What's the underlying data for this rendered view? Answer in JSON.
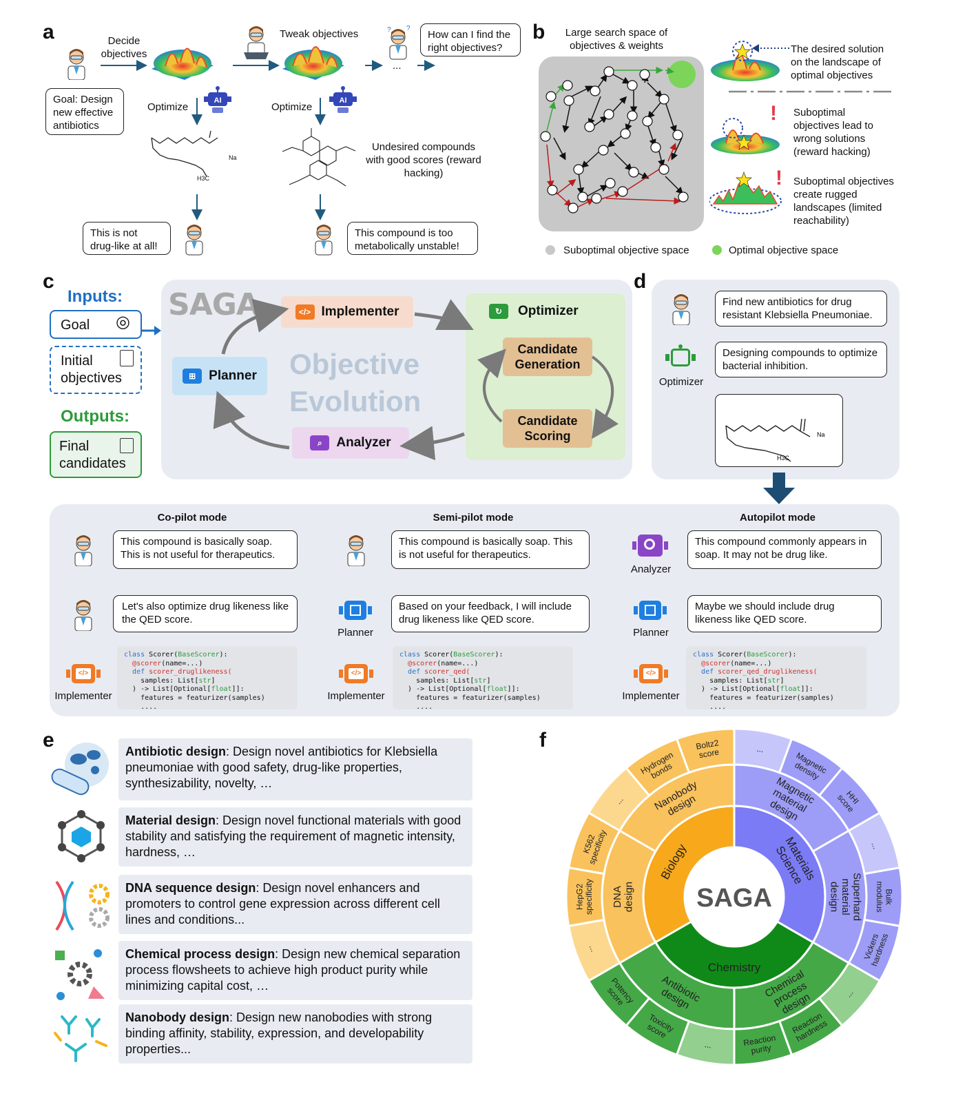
{
  "panel_labels": {
    "a": "a",
    "b": "b",
    "c": "c",
    "d": "d",
    "e": "e",
    "f": "f"
  },
  "a": {
    "goal_bubble": "Goal: Design new effective antibiotics",
    "decide": "Decide objectives",
    "tweak": "Tweak objectives",
    "question": "How can I find the right objectives?",
    "ellipsis": "...",
    "optimize1": "Optimize",
    "optimize2": "Optimize",
    "ai1": "AI",
    "ai2": "AI",
    "undesired": "Undesired compounds with good scores (reward hacking)",
    "complaint1": "This is not drug-like at all!",
    "complaint2": "This compound is too metabolically unstable!",
    "chem_na": "Na",
    "chem_h3c": "H3C"
  },
  "b": {
    "search_title": "Large search space of objectives & weights",
    "desired": "The desired solution on the landscape of optimal objectives",
    "subopt1": "Suboptimal objectives lead to wrong solutions (reward hacking)",
    "subopt2": "Suboptimal objectives create rugged landscapes (limited reachability)",
    "legend_sub": "Suboptimal objective space",
    "legend_opt": "Optimal objective space",
    "exclaim": "!"
  },
  "c": {
    "inputs": "Inputs:",
    "goal": "Goal",
    "initial": "Initial objectives",
    "outputs": "Outputs:",
    "final": "Final candidates",
    "saga": "SAGA",
    "implementer": "Implementer",
    "optimizer": "Optimizer",
    "planner": "Planner",
    "analyzer": "Analyzer",
    "cand_gen": "Candidate Generation",
    "cand_score": "Candidate Scoring",
    "obj_evo1": "Objective",
    "obj_evo2": "Evolution"
  },
  "d": {
    "bubble1": "Find new antibiotics for drug resistant Klebsiella Pneumoniae.",
    "bubble2": "Designing compounds to optimize bacterial inhibition.",
    "optimizer": "Optimizer"
  },
  "modes": {
    "copilot": {
      "title": "Co-pilot mode",
      "b1": "This compound is basically soap. This is not useful for therapeutics.",
      "b2": "Let's also optimize drug likeness like the QED score.",
      "impl": "Implementer",
      "fn": "scorer_druglikeness("
    },
    "semipilot": {
      "title": "Semi-pilot mode",
      "b1": "This compound is basically soap. This is not useful for therapeutics.",
      "b2": "Based on your feedback, I will include drug likeness like QED score.",
      "planner": "Planner",
      "impl": "Implementer",
      "fn": "scorer_qed("
    },
    "autopilot": {
      "title": "Autopilot mode",
      "b1": "This compound commonly appears in soap. It may not be drug like.",
      "b2": "Maybe we should include drug likeness like QED score.",
      "analyzer": "Analyzer",
      "planner": "Planner",
      "impl": "Implementer",
      "fn": "scorer_qed_druglikeness("
    },
    "code": {
      "l1_kw": "class",
      "l1_rest": " Scorer(",
      "l1_base": "BaseScorer",
      "l1_end": "):",
      "l2": "@scorer",
      "l2_rest": "(name=...)",
      "l3_kw": "def",
      "l4": "samples: List[",
      "l4_ty": "str",
      "l4_end": "]",
      "l5": ") -> List[Optional[",
      "l5_ty": "float",
      "l5_end": "]]:",
      "l6": "features = featurizer(samples)",
      "l7": "...."
    }
  },
  "e": [
    {
      "title": "Antibiotic design",
      "text": ": Design novel antibiotics for Klebsiella pneumoniae with good safety, drug-like properties, synthesizability, novelty, …"
    },
    {
      "title": "Material design",
      "text": ": Design novel functional materials with good stability and satisfying the requirement of magnetic intensity, hardness, …"
    },
    {
      "title": "DNA sequence design",
      "text": ": Design novel enhancers and promoters to control gene expression across different cell lines and conditions..."
    },
    {
      "title": "Chemical process design",
      "text": ": Design new chemical separation process flowsheets to achieve high product purity while minimizing capital cost, …"
    },
    {
      "title": "Nanobody design",
      "text": ":  Design new nanobodies with strong binding affinity, stability, expression, and developability properties..."
    }
  ],
  "f": {
    "center": "SAGA",
    "inner": [
      "Biology",
      "Materials Science",
      "Chemistry"
    ],
    "middle": [
      "Nanobody design",
      "DNA design",
      "Magnetic material design",
      "Superhard material design",
      "Antibiotic design",
      "Chemical process design"
    ],
    "outer": [
      "Boltz2 score",
      "Hydrogen bonds",
      "...",
      "K562 specificity",
      "HepG2 specificity",
      "...",
      "...",
      "Magnetic density",
      "HHI score",
      "...",
      "Bulk modulus",
      "Vickers hardness",
      "...",
      "Reaction hardness",
      "Reaction purity",
      "...",
      "Toxicity score",
      "Potency score"
    ],
    "colors": {
      "bio": "#f7a81b",
      "bio_mid": "#f9c25c",
      "bio_out": "#fcd88e",
      "mat": "#7b7bf5",
      "mat_mid": "#9d9df7",
      "mat_out": "#c6c6fb",
      "chem": "#0f8a18",
      "chem_mid": "#45a847",
      "chem_out": "#93cf8f"
    }
  }
}
